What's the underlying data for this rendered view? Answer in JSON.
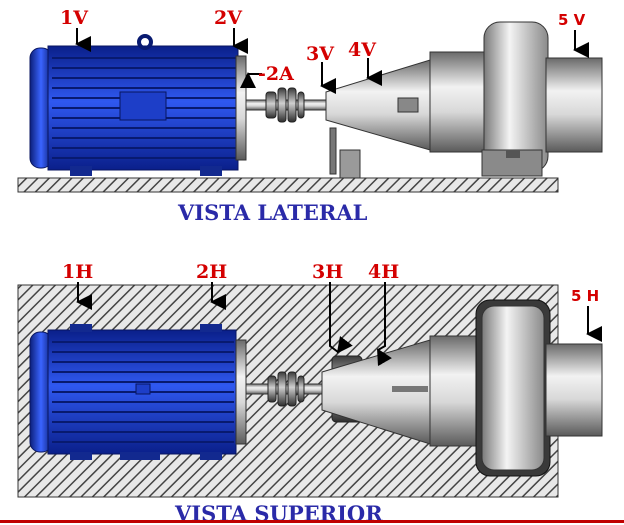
{
  "lateral": {
    "title": "VISTA LATERAL",
    "points": {
      "p1v": "1V",
      "p2v": "2V",
      "p2a": "-2A",
      "p3v": "3V",
      "p4v": "4V",
      "p5v": "5 V"
    }
  },
  "superior": {
    "title": "VISTA SUPERIOR",
    "points": {
      "p1h": "1H",
      "p2h": "2H",
      "p3h": "3H",
      "p4h": "4H",
      "p5h": "5 H"
    }
  },
  "colors": {
    "label": "#d40000",
    "title": "#2a2aa8",
    "motor": "#1f3fd0",
    "hatch": "#555555"
  }
}
